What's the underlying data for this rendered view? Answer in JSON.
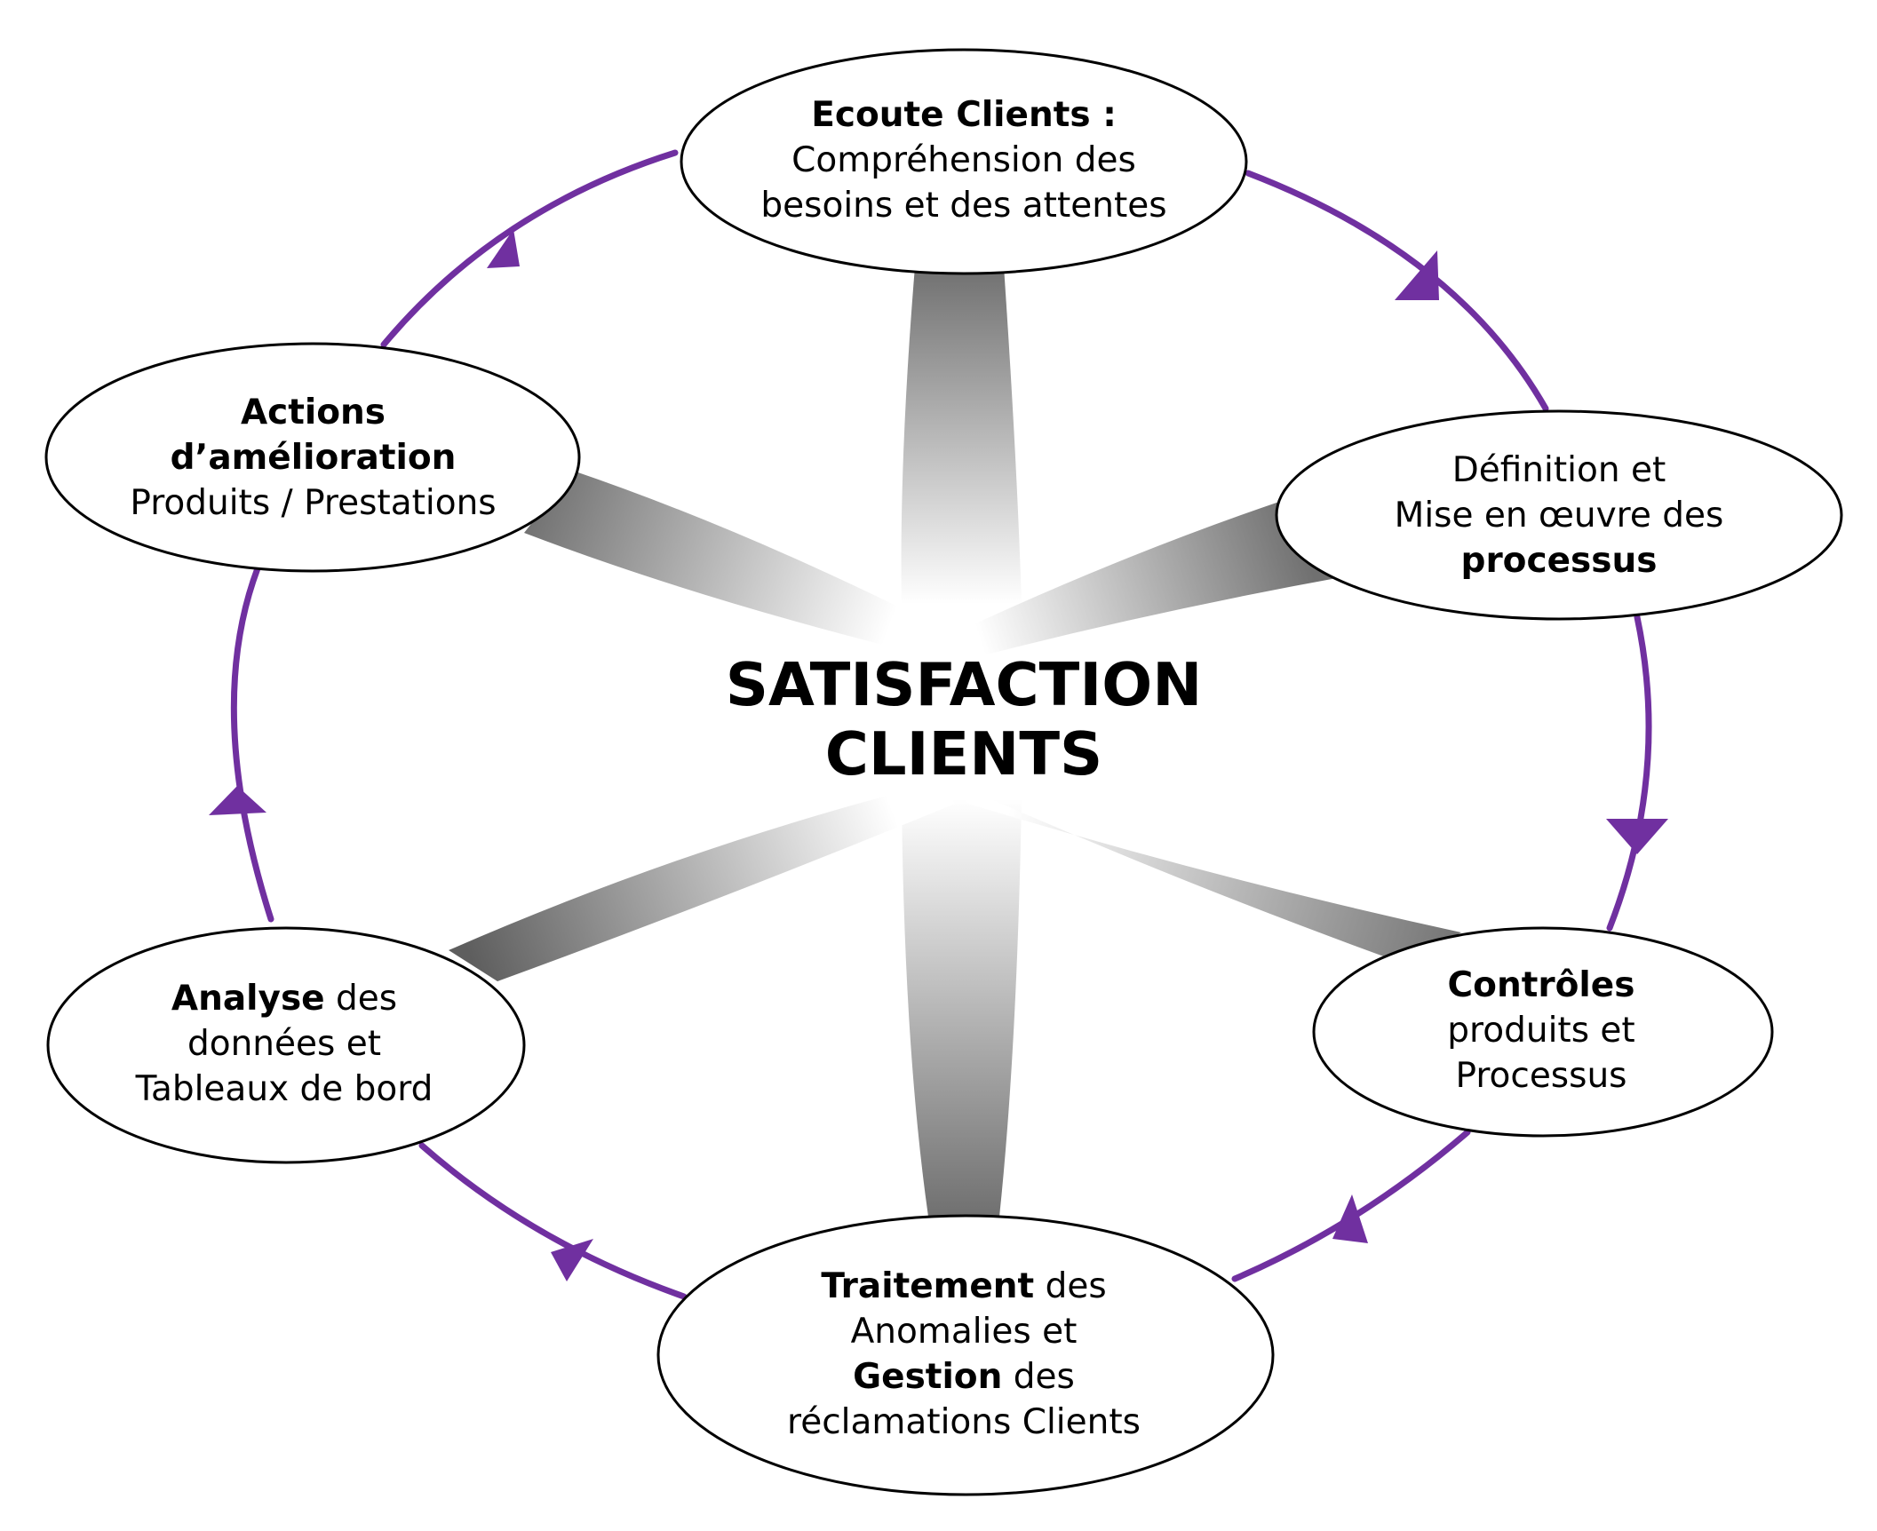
{
  "diagram": {
    "center": {
      "line1": "SATISFACTION",
      "line2": "CLIENTS"
    },
    "nodes": [
      {
        "id": "ecoute",
        "lines": [
          [
            {
              "t": "Ecoute Clients :",
              "b": true
            }
          ],
          [
            {
              "t": "Compréhension des"
            }
          ],
          [
            {
              "t": "besoins et des attentes"
            }
          ]
        ]
      },
      {
        "id": "definition",
        "lines": [
          [
            {
              "t": "Définition et"
            }
          ],
          [
            {
              "t": "Mise en œuvre des"
            }
          ],
          [
            {
              "t": "processus",
              "b": true
            }
          ]
        ]
      },
      {
        "id": "controles",
        "lines": [
          [
            {
              "t": "Contrôles",
              "b": true
            }
          ],
          [
            {
              "t": "produits et"
            }
          ],
          [
            {
              "t": "Processus"
            }
          ]
        ]
      },
      {
        "id": "traitement",
        "lines": [
          [
            {
              "t": "Traitement",
              "b": true
            },
            {
              "t": " des"
            }
          ],
          [
            {
              "t": "Anomalies et"
            }
          ],
          [
            {
              "t": "Gestion",
              "b": true
            },
            {
              "t": " des"
            }
          ],
          [
            {
              "t": "réclamations Clients"
            }
          ]
        ]
      },
      {
        "id": "analyse",
        "lines": [
          [
            {
              "t": "Analyse",
              "b": true
            },
            {
              "t": " des"
            }
          ],
          [
            {
              "t": "données et"
            }
          ],
          [
            {
              "t": "Tableaux de bord"
            }
          ]
        ]
      },
      {
        "id": "actions",
        "lines": [
          [
            {
              "t": "Actions",
              "b": true
            }
          ],
          [
            {
              "t": "d’amélioration",
              "b": true
            }
          ],
          [
            {
              "t": "Produits / Prestations"
            }
          ]
        ]
      }
    ],
    "colors": {
      "cycle": "#7030a0",
      "ellipse_stroke": "#000000",
      "beam_dark": "#6e6e6e",
      "beam_light": "#ffffff"
    }
  }
}
